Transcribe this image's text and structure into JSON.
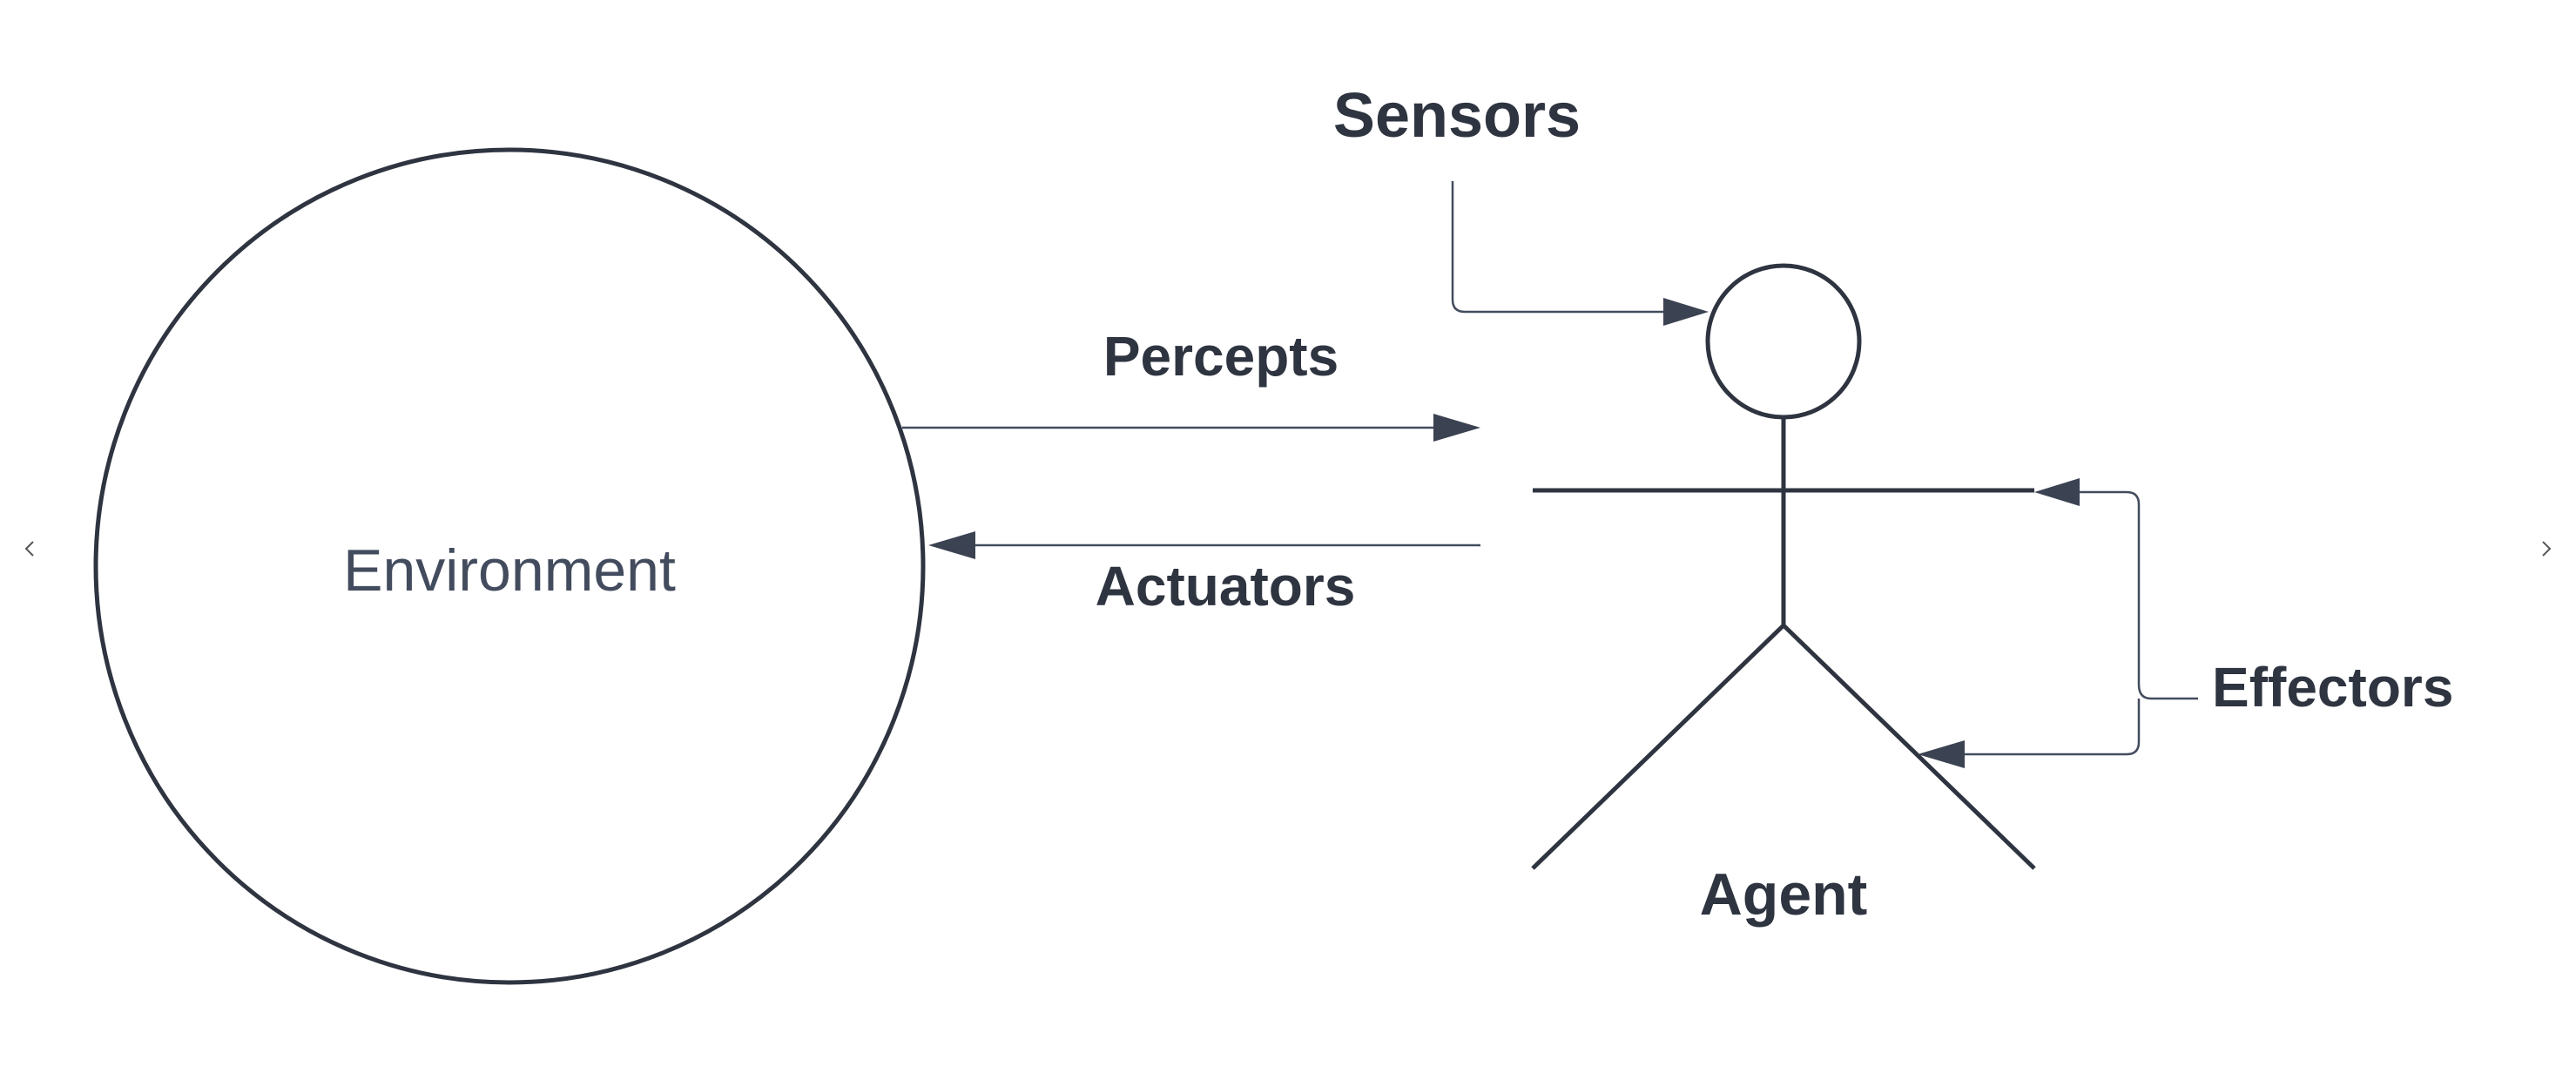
{
  "diagram": {
    "environment_label": "Environment",
    "agent_label": "Agent",
    "sensors_label": "Sensors",
    "percepts_label": "Percepts",
    "actuators_label": "Actuators",
    "effectors_label": "Effectors"
  },
  "navigation": {
    "prev_icon": "chevron-left-icon",
    "next_icon": "chevron-right-icon"
  },
  "colors": {
    "stroke": "#2e3440",
    "connector": "#434c5e",
    "text": "#2e3440",
    "background": "#ffffff"
  }
}
